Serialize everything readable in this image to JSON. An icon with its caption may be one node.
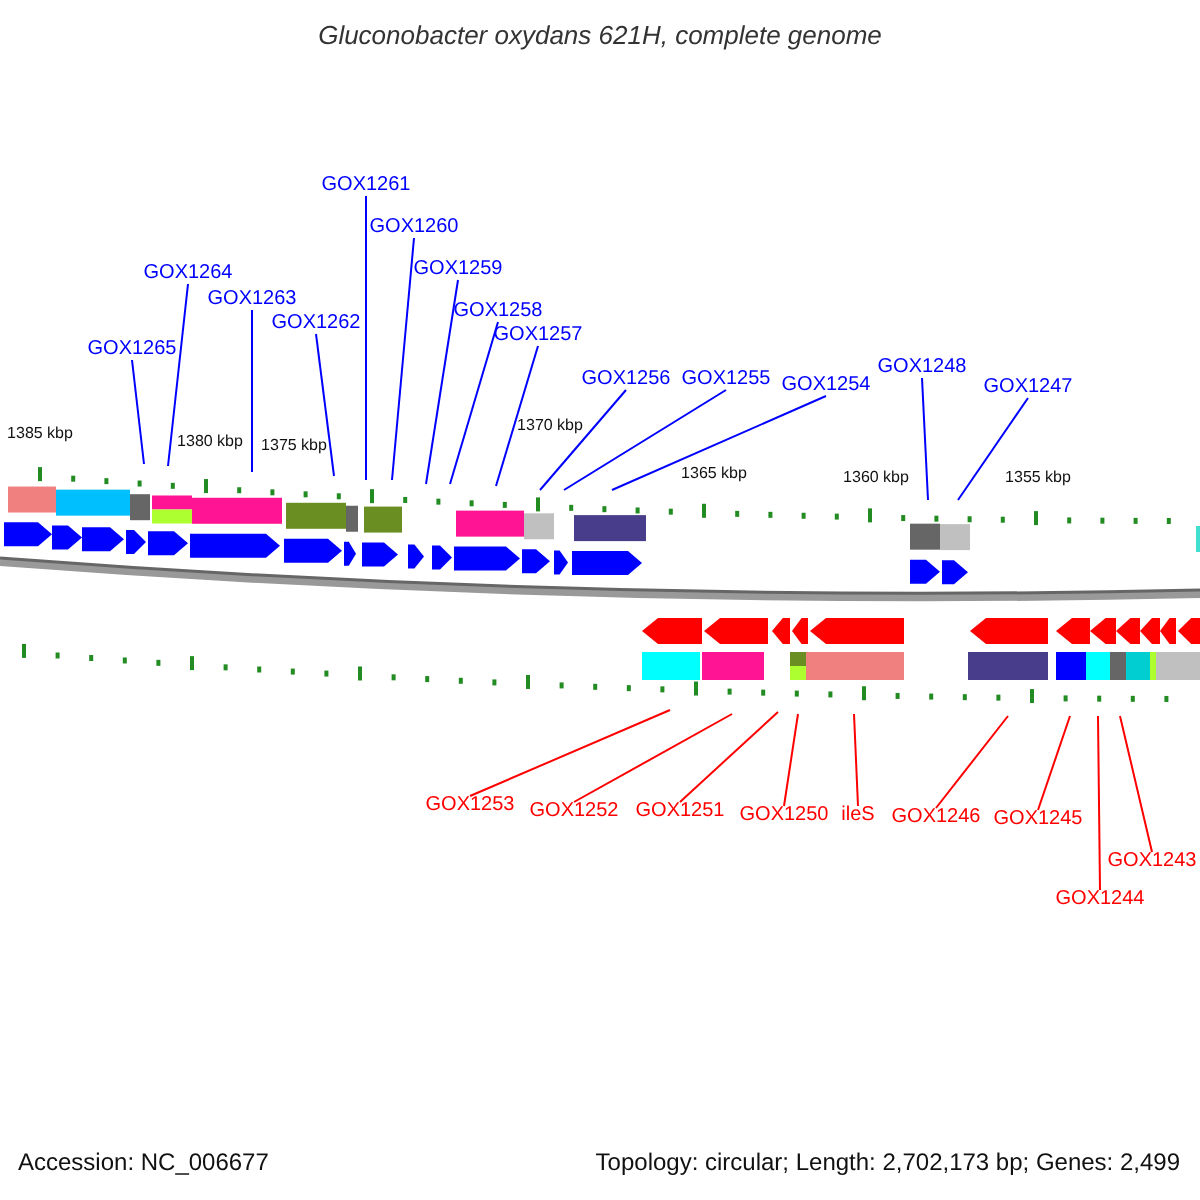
{
  "diagram": {
    "title": "Gluconobacter oxydans 621H, complete genome",
    "nodes": [
      {
        "text": [
          "GOX1265"
        ]
      },
      {
        "text": [
          "GOX1264"
        ]
      },
      {
        "text": [
          "GOX1263"
        ]
      },
      {
        "text": [
          "GOX1262"
        ]
      },
      {
        "text": [
          "GOX1261"
        ]
      },
      {
        "text": [
          "GOX1260"
        ]
      },
      {
        "text": [
          "GOX1259"
        ]
      },
      {
        "text": [
          "GOX1258"
        ]
      },
      {
        "text": [
          "GOX1257"
        ]
      },
      {
        "text": [
          "GOX1256"
        ]
      },
      {
        "text": [
          "GOX1255"
        ]
      },
      {
        "text": [
          "GOX1254"
        ]
      },
      {
        "text": [
          "GOX1248"
        ]
      },
      {
        "text": [
          "GOX1247"
        ]
      },
      {
        "text": [
          "GOX1253"
        ]
      },
      {
        "text": [
          "GOX1252"
        ]
      },
      {
        "text": [
          "GOX1251"
        ]
      },
      {
        "text": [
          "GOX1250"
        ]
      },
      {
        "text": [
          "ileS"
        ]
      },
      {
        "text": [
          "GOX1246"
        ]
      },
      {
        "text": [
          "GOX1245"
        ]
      },
      {
        "text": [
          "GOX1243"
        ]
      },
      {
        "text": [
          "GOX1244"
        ]
      }
    ],
    "edges": [
      {
        "from": 0,
        "to": null,
        "arrow": "none"
      },
      {
        "from": 1,
        "to": null,
        "arrow": "none"
      },
      {
        "from": 2,
        "to": null,
        "arrow": "none"
      },
      {
        "from": 3,
        "to": null,
        "arrow": "none"
      },
      {
        "from": 4,
        "to": null,
        "arrow": "none"
      },
      {
        "from": 5,
        "to": null,
        "arrow": "none"
      },
      {
        "from": 6,
        "to": null,
        "arrow": "none"
      },
      {
        "from": 7,
        "to": null,
        "arrow": "none"
      },
      {
        "from": 8,
        "to": null,
        "arrow": "none"
      },
      {
        "from": 9,
        "to": null,
        "arrow": "none"
      },
      {
        "from": 10,
        "to": null,
        "arrow": "none"
      },
      {
        "from": 11,
        "to": null,
        "arrow": "none"
      },
      {
        "from": 12,
        "to": null,
        "arrow": "none"
      },
      {
        "from": 13,
        "to": null,
        "arrow": "none"
      },
      {
        "from": 14,
        "to": null,
        "arrow": "none",
        "color": "#ff0000"
      },
      {
        "from": 15,
        "to": null,
        "arrow": "none",
        "color": "#ff0000"
      },
      {
        "from": 16,
        "to": null,
        "arrow": "none",
        "color": "#ff0000"
      },
      {
        "from": 17,
        "to": null,
        "arrow": "none",
        "color": "#ff0000"
      },
      {
        "from": 18,
        "to": null,
        "arrow": "none",
        "color": "#ff0000"
      },
      {
        "from": 19,
        "to": null,
        "arrow": "none",
        "color": "#ff0000"
      },
      {
        "from": 20,
        "to": null,
        "arrow": "none",
        "color": "#ff0000"
      },
      {
        "from": 21,
        "to": null,
        "arrow": "none",
        "color": "#ff0000"
      },
      {
        "from": 22,
        "to": null,
        "arrow": "none",
        "color": "#ff0000"
      }
    ],
    "labels": [
      "1385 kbp",
      "1380 kbp",
      "1375 kbp",
      "1370 kbp",
      "1365 kbp",
      "1360 kbp",
      "1355 kbp",
      "Accession: NC_006677",
      "Topology: circular; Length: 2,702,173 bp; Genes: 2,499"
    ]
  }
}
